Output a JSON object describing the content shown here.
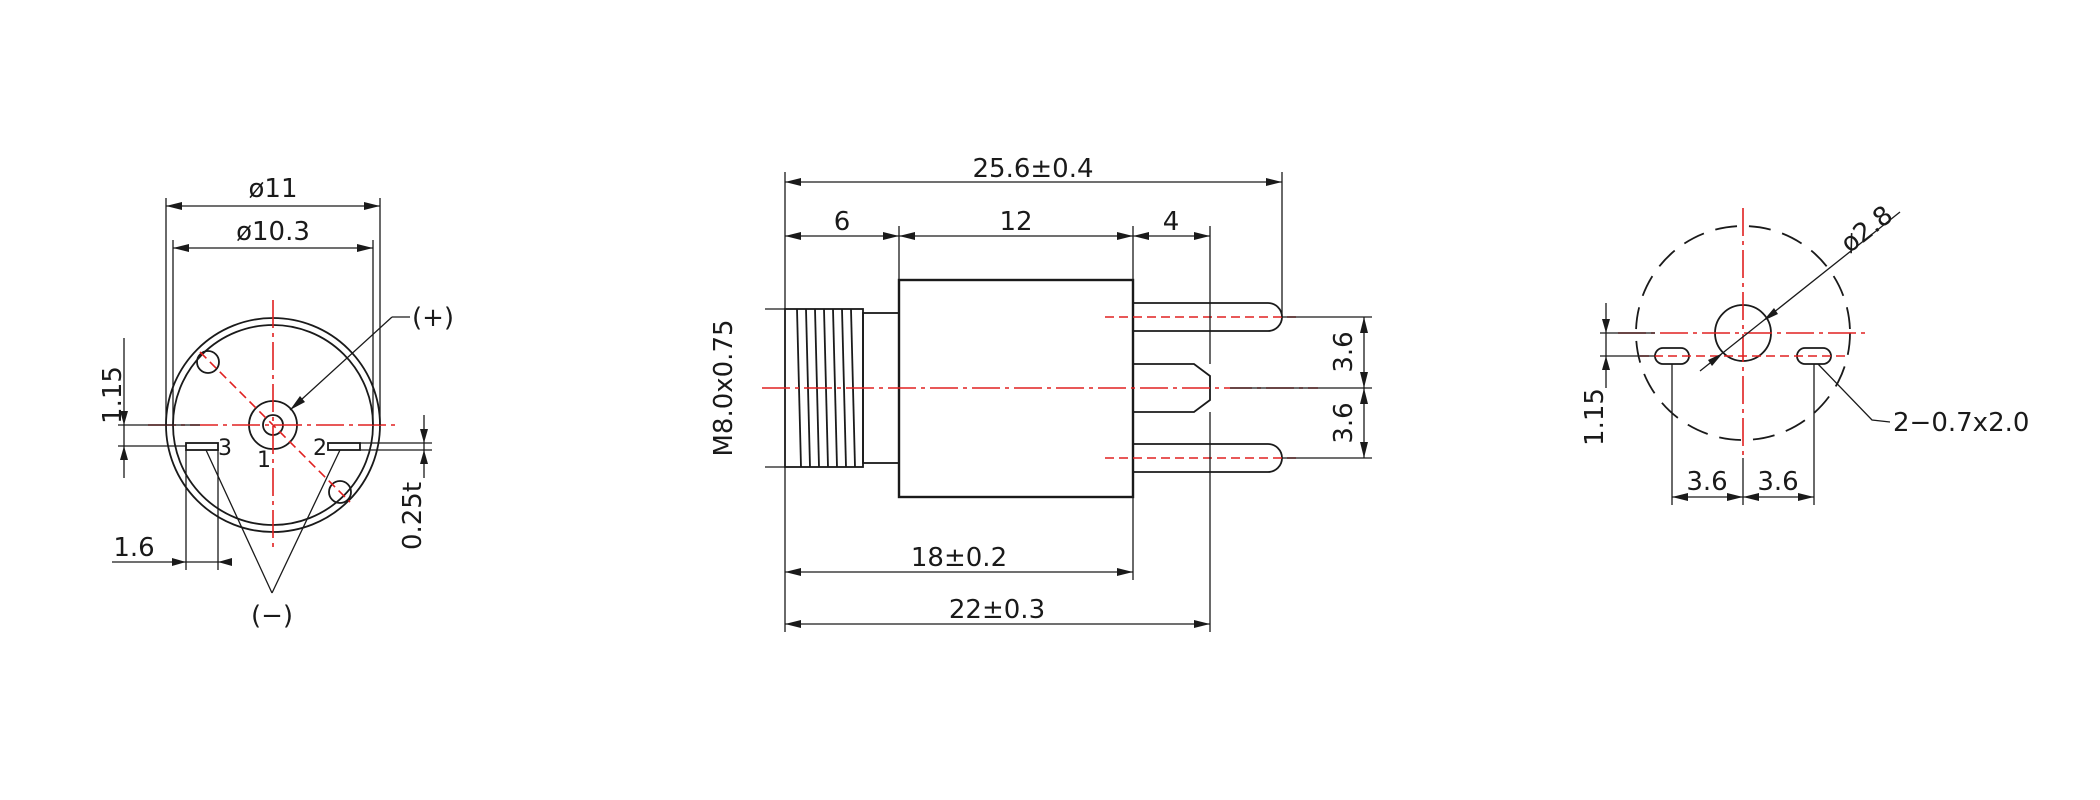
{
  "front_view": {
    "dia_outer": "ø11",
    "dia_inner": "ø10.3",
    "dim_pin_offset": "1.15",
    "dim_pin_width": "1.6",
    "dim_thickness": "0.25t",
    "label_positive": "(+)",
    "label_negative": "(−)",
    "pin_1": "1",
    "pin_2": "2",
    "pin_3": "3"
  },
  "side_view": {
    "total_length": "25.6±0.4",
    "seg_thread": "6",
    "seg_body": "12",
    "seg_pin": "4",
    "thread_spec": "M8.0x0.75",
    "pin_spacing_top": "3.6",
    "pin_spacing_bottom": "3.6",
    "body_length": "18±0.2",
    "length_to_pin_tip": "22±0.3"
  },
  "pcb_view": {
    "center_hole": "ø2.8",
    "slot_spec": "2−0.7x2.0",
    "dim_offset": "1.15",
    "spacing_left": "3.6",
    "spacing_right": "3.6"
  },
  "colors": {
    "line": "#1a1a1a",
    "center_line": "#e02020",
    "background": "#ffffff"
  }
}
